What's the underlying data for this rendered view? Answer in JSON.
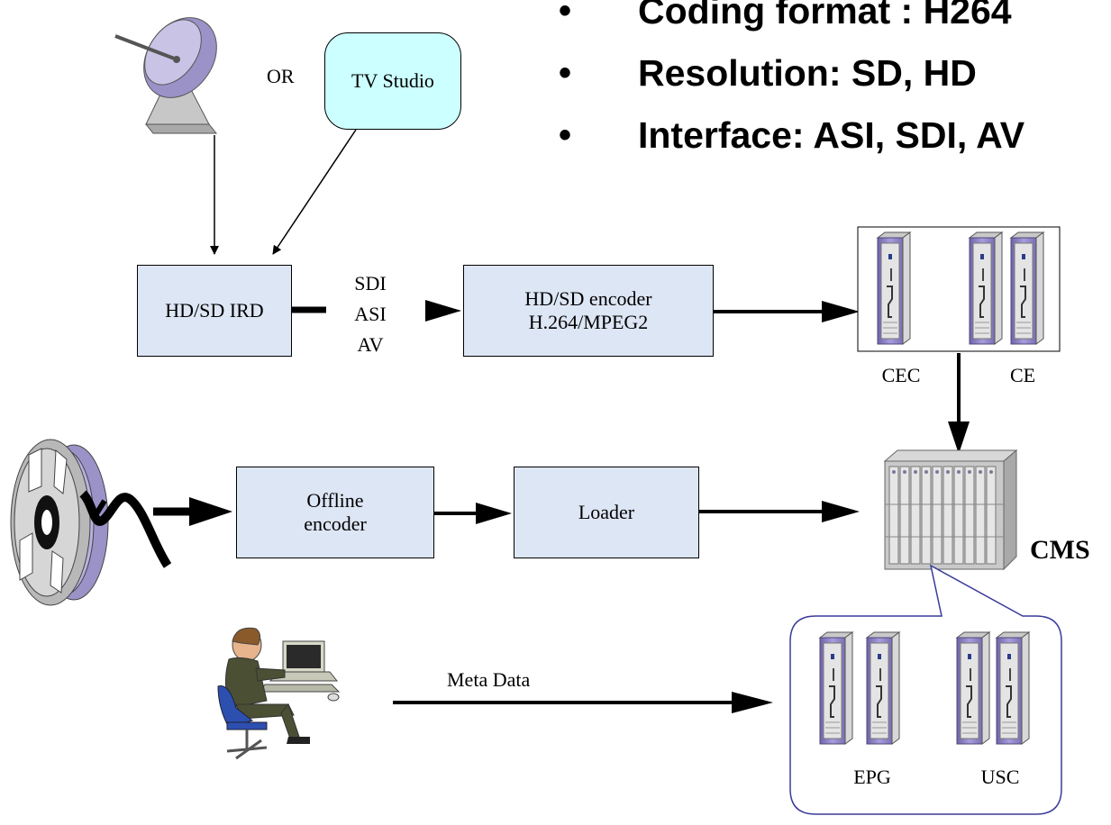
{
  "bullets": [
    "Coding format : H264",
    "Resolution: SD, HD",
    "Interface: ASI, SDI, AV"
  ],
  "labels": {
    "or": "OR",
    "tv_studio": "TV Studio",
    "ird": "HD/SD IRD",
    "sdi": "SDI",
    "asi": "ASI",
    "av": "AV",
    "encoder_line1": "HD/SD encoder",
    "encoder_line2": "H.264/MPEG2",
    "cec": "CEC",
    "ce": "CE",
    "offline_line1": "Offline",
    "offline_line2": "encoder",
    "loader": "Loader",
    "cms": "CMS",
    "meta_data": "Meta Data",
    "epg": "EPG",
    "usc": "USC"
  },
  "icons": {
    "satellite": "satellite-dish-icon",
    "tape_reel": "film-reel-icon",
    "operator": "person-at-computer-icon",
    "server": "server-tower-icon",
    "cms_rack": "server-rack-icon"
  },
  "colors": {
    "box_fill": "#dde6f4",
    "studio_fill": "#ccffff",
    "server_purple": "#9a8fc8",
    "callout_border": "#3a3a9a"
  }
}
